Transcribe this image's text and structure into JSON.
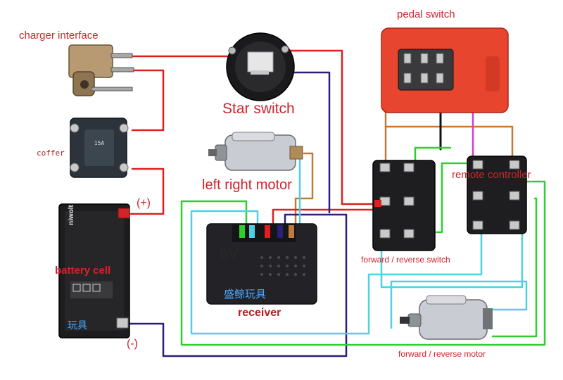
{
  "labels": {
    "charger_interface": "charger interface",
    "coffer": "coffer",
    "battery_positive": "(+)",
    "battery_negative": "(-)",
    "battery_cell": "battery cell",
    "star_switch": "Star switch",
    "left_right_motor": "left right motor",
    "receiver": "receiver",
    "pedal_switch": "pedal switch",
    "remote_controller": "remote controller",
    "forward_reverse_switch": "forward / reverse switch",
    "forward_reverse_motor": "forward / reverse motor"
  },
  "printed_text": {
    "receiver_voltage": "6V",
    "receiver_brand": "盛鲸玩具",
    "battery_brand_partial": "玩具",
    "battery_maker": "niwolt"
  },
  "colors": {
    "label_red": "#d0242b",
    "wire_red": "#e01f1f",
    "wire_navy": "#2a1f7a",
    "wire_green": "#2fcf2f",
    "wire_cyan": "#4fd0e0",
    "wire_brown": "#c07a3a",
    "wire_magenta": "#d040d0",
    "wire_black": "#111111",
    "pedal_body": "#e8452f"
  }
}
